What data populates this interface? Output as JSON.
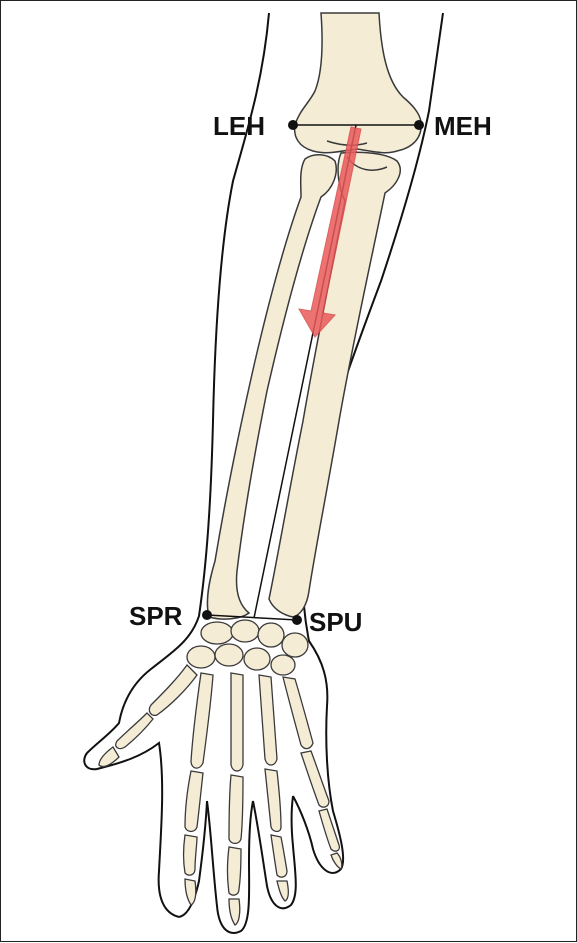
{
  "figure": {
    "landmarks": [
      {
        "id": "leh",
        "label": "LEH"
      },
      {
        "id": "meh",
        "label": "MEH"
      },
      {
        "id": "spr",
        "label": "SPR"
      },
      {
        "id": "spu",
        "label": "SPU"
      }
    ],
    "colors": {
      "bone_fill": "#f5ecd6",
      "bone_stroke": "#3a3a3a",
      "outline": "#111111",
      "arrow": "#ea5a5a",
      "reference_line": "#111111"
    }
  }
}
